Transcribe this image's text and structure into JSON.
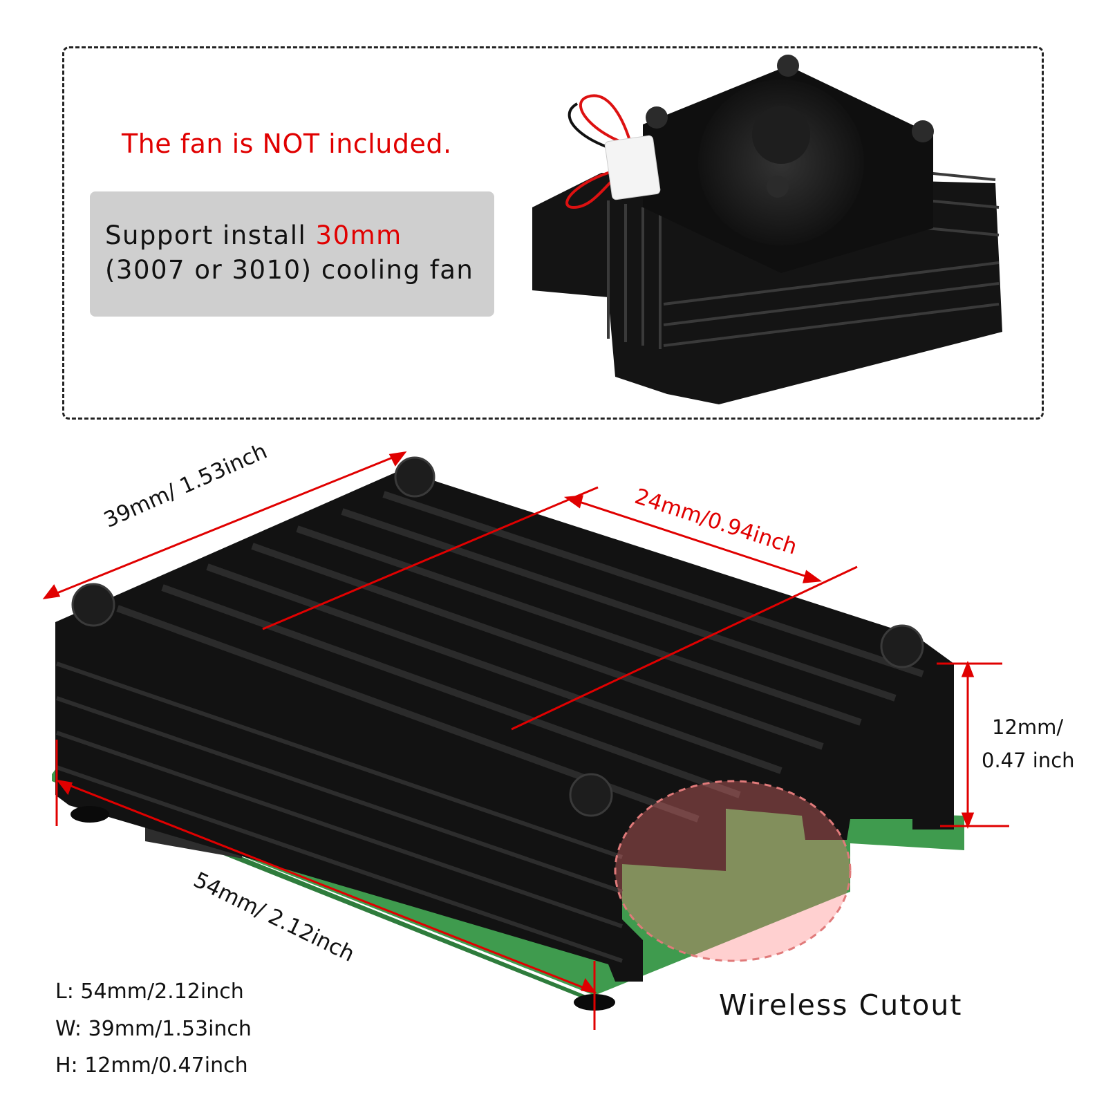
{
  "top_panel": {
    "fan_note": "The fan is NOT included.",
    "support_line1_prefix": "Support install ",
    "support_line1_accent": "30mm",
    "support_line2": "(3007 or 3010) cooling fan"
  },
  "dimensions": {
    "width_label": "39mm/ 1.53inch",
    "depth_label": "24mm/0.94inch",
    "length_label": "54mm/ 2.12inch",
    "height_label_line1": "12mm/",
    "height_label_line2": "0.47 inch"
  },
  "cutout_label": "Wireless Cutout",
  "specs": [
    "L: 54mm/2.12inch",
    "W: 39mm/1.53inch",
    "H: 12mm/0.47inch"
  ],
  "colors": {
    "accent_red": "#e00000",
    "case_black": "#151515",
    "pcb_green": "#3f9b4e"
  },
  "icons": [
    "fan-image",
    "heatsink-case-image",
    "raspberry-pi-board-image"
  ]
}
